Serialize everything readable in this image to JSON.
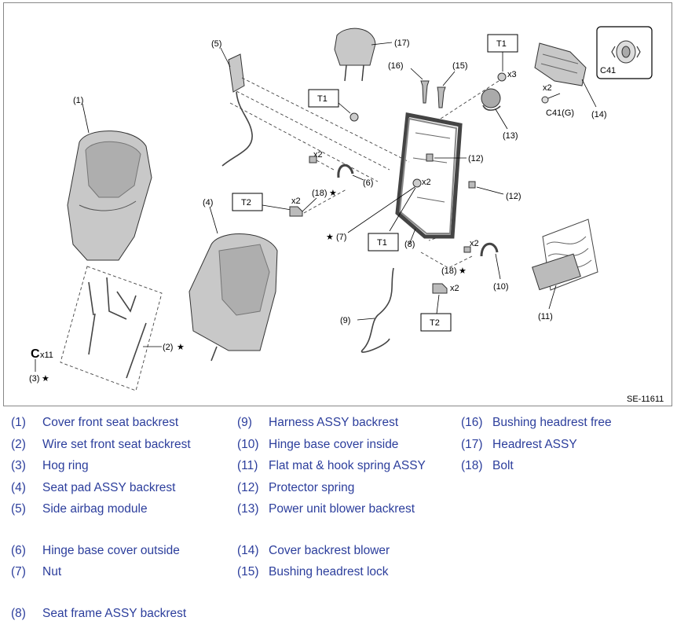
{
  "diagram": {
    "code": "SE-11611",
    "callouts": {
      "c1": "(1)",
      "c2": "(2)",
      "c3": "(3)",
      "c4": "(4)",
      "c5": "(5)",
      "c6": "(6)",
      "c7": "(7)",
      "c8": "(8)",
      "c9": "(9)",
      "c10": "(10)",
      "c11": "(11)",
      "c12a": "(12)",
      "c12b": "(12)",
      "c13": "(13)",
      "c14": "(14)",
      "c15": "(15)",
      "c16": "(16)",
      "c17": "(17)",
      "c18a": "(18)",
      "c18b": "(18)"
    },
    "star": "★",
    "torque": {
      "t1a": "T1",
      "t1b": "T1",
      "t1c": "T1",
      "t2a": "T2",
      "t2b": "T2"
    },
    "qty": {
      "x2": "x2",
      "x3": "x3",
      "x11": "x11"
    },
    "clip": {
      "inset_label": "C41",
      "part_label": "C41(G)"
    }
  },
  "legend": {
    "col1": [
      {
        "num": "(1)",
        "name": "Cover front seat backrest"
      },
      {
        "num": "(2)",
        "name": "Wire set front seat backrest"
      },
      {
        "num": "(3)",
        "name": "Hog ring"
      },
      {
        "num": "(4)",
        "name": "Seat pad ASSY backrest"
      },
      {
        "num": "(5)",
        "name": "Side airbag module"
      },
      {
        "num": "(6)",
        "name": "Hinge base cover outside"
      },
      {
        "num": "(7)",
        "name": "Nut"
      },
      {
        "num": "(8)",
        "name": "Seat frame ASSY backrest"
      }
    ],
    "col2": [
      {
        "num": "(9)",
        "name": "Harness ASSY backrest"
      },
      {
        "num": "(10)",
        "name": "Hinge base cover inside"
      },
      {
        "num": "(11)",
        "name": "Flat mat & hook spring ASSY"
      },
      {
        "num": "(12)",
        "name": "Protector spring"
      },
      {
        "num": "(13)",
        "name": "Power unit blower backrest"
      },
      {
        "num": "(14)",
        "name": "Cover backrest blower"
      },
      {
        "num": "(15)",
        "name": "Bushing headrest lock"
      }
    ],
    "col3": [
      {
        "num": "(16)",
        "name": "Bushing headrest free"
      },
      {
        "num": "(17)",
        "name": "Headrest ASSY"
      },
      {
        "num": "(18)",
        "name": "Bolt"
      }
    ]
  }
}
